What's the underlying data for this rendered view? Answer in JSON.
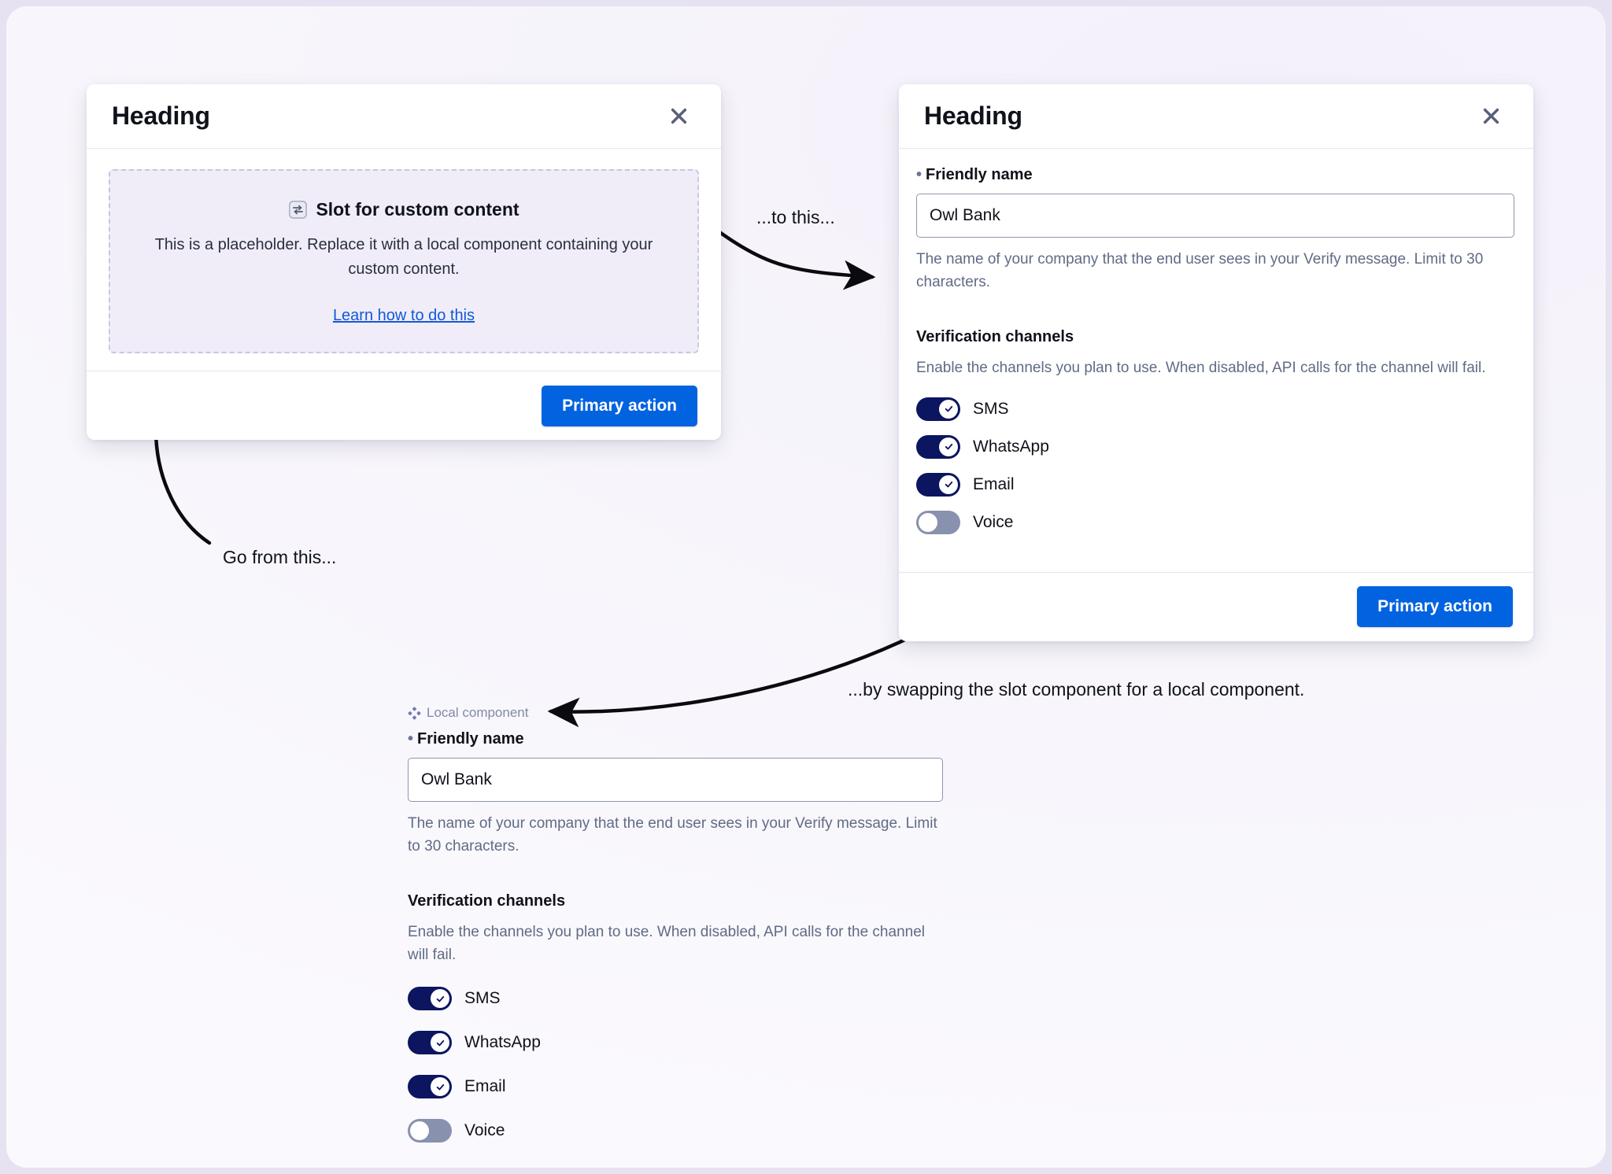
{
  "canvas": {
    "background_color": "#f7f5fb",
    "outer_color": "#e7e2f2"
  },
  "colors": {
    "primary_button": "#0263E0",
    "toggle_on": "#0B1560",
    "toggle_off": "#8891AD",
    "link": "#1259D6",
    "slot_background": "#F0EDF9",
    "slot_border": "#C9C7DD",
    "help_text": "#606B85",
    "tag_text": "#8189A6"
  },
  "dialog_left": {
    "title": "Heading",
    "close_icon": "close-icon",
    "slot": {
      "icon": "swap-component-icon",
      "title": "Slot for custom content",
      "description": "This is a placeholder. Replace it with a local component containing your custom content.",
      "link_label": "Learn how to do this"
    },
    "footer": {
      "primary_label": "Primary action"
    }
  },
  "dialog_right": {
    "title": "Heading",
    "close_icon": "close-icon",
    "form": {
      "required_marker": "•",
      "field_label": "Friendly name",
      "field_value": "Owl Bank",
      "field_placeholder": "Friendly name",
      "help_text": "The name of your company that the end user sees in your Verify message. Limit to 30 characters.",
      "section_title": "Verification channels",
      "section_help": "Enable the channels you plan to use. When disabled, API calls for the channel will fail.",
      "channels": [
        {
          "label": "SMS",
          "enabled": true
        },
        {
          "label": "WhatsApp",
          "enabled": true
        },
        {
          "label": "Email",
          "enabled": true
        },
        {
          "label": "Voice",
          "enabled": false
        }
      ]
    },
    "footer": {
      "primary_label": "Primary action"
    }
  },
  "local_component": {
    "tag_icon": "component-diamond-icon",
    "tag_label": "Local component",
    "required_marker": "•",
    "field_label": "Friendly name",
    "field_value": "Owl Bank",
    "field_placeholder": "Friendly name",
    "help_text": "The name of your company that the end user sees in your Verify message. Limit to 30 characters.",
    "section_title": "Verification channels",
    "section_help": "Enable the channels you plan to use. When disabled, API calls for the channel will fail.",
    "channels": [
      {
        "label": "SMS",
        "enabled": true
      },
      {
        "label": "WhatsApp",
        "enabled": true
      },
      {
        "label": "Email",
        "enabled": true
      },
      {
        "label": "Voice",
        "enabled": false
      }
    ]
  },
  "annotations": {
    "go_from_this": "Go from this...",
    "to_this": "...to this...",
    "by_swapping": "...by swapping the slot component for a local component."
  }
}
